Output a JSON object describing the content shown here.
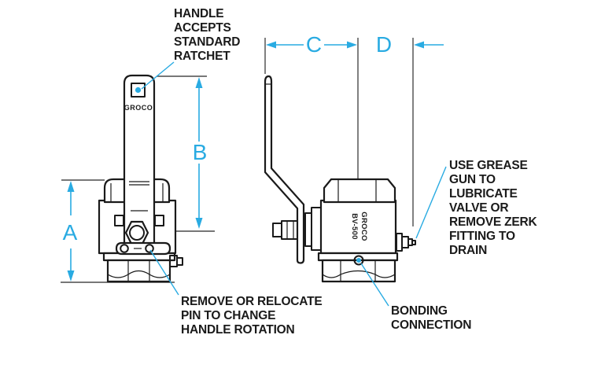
{
  "colors": {
    "accent": "#29abe2",
    "ink": "#1a1a1a",
    "ext_line": "#4a4a4a",
    "bg": "#ffffff"
  },
  "dim_labels": {
    "a": "A",
    "b": "B",
    "c": "C",
    "d": "D"
  },
  "callouts": {
    "ratchet": "HANDLE\nACCEPTS\nSTANDARD\nRATCHET",
    "pin": "REMOVE OR RELOCATE\nPIN TO CHANGE\nHANDLE ROTATION",
    "grease": "USE GREASE\nGUN TO\nLUBRICATE\nVALVE OR\nREMOVE ZERK\nFITTING TO\nDRAIN",
    "bonding": "BONDING\nCONNECTION"
  },
  "part_markings": {
    "handle_brand": "GROCO",
    "body_brand": "GROCO",
    "body_model": "BV-500"
  }
}
